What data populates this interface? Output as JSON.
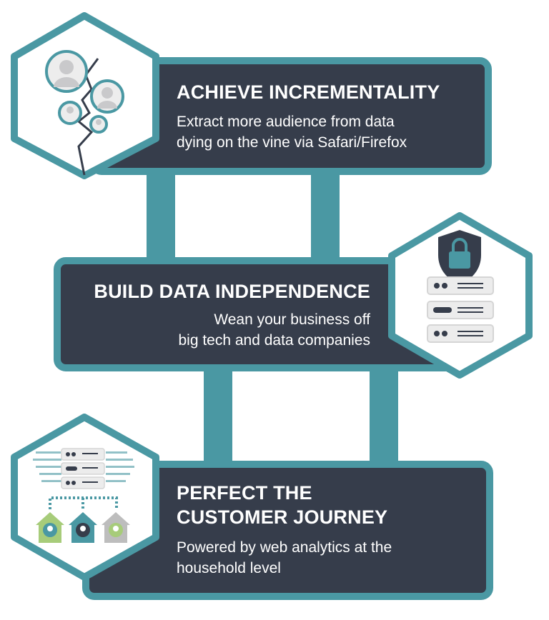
{
  "colors": {
    "teal": "#4a98a3",
    "dark": "#363d4b",
    "white": "#ffffff"
  },
  "sections": [
    {
      "title": "ACHIEVE INCREMENTALITY",
      "lines": [
        "Extract more audience from data",
        "dying on the vine via Safari/Firefox"
      ],
      "icon": "cracked-audience-icon"
    },
    {
      "title": "BUILD DATA INDEPENDENCE",
      "lines": [
        "Wean your business off",
        "big tech and data companies"
      ],
      "icon": "secure-server-icon"
    },
    {
      "title_lines": [
        "PERFECT THE",
        "CUSTOMER JOURNEY"
      ],
      "lines": [
        "Powered by web analytics at the",
        "household level"
      ],
      "icon": "server-households-icon"
    }
  ]
}
